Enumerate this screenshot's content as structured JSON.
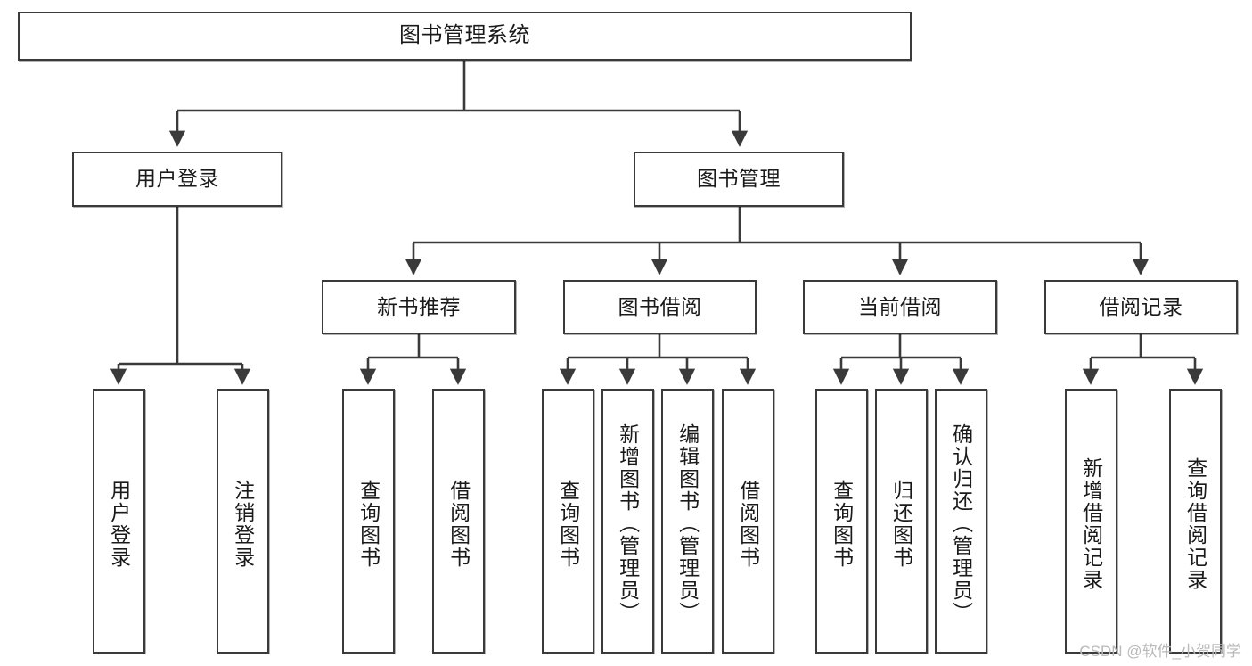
{
  "diagram": {
    "title": "图书管理系统",
    "type": "hierarchy-tree",
    "watermark": "CSDN @软件_小贺同学",
    "colors": {
      "box_border": "#3a3a3a",
      "box_fill": "#ffffff",
      "edge": "#3a3a3a",
      "text": "#1a1a1a",
      "watermark": "#b9b9b9"
    },
    "nodes": {
      "root": {
        "label": "图书管理系统"
      },
      "level2": [
        {
          "label": "用户登录"
        },
        {
          "label": "图书管理"
        }
      ],
      "level3": [
        {
          "label": "新书推荐"
        },
        {
          "label": "图书借阅"
        },
        {
          "label": "当前借阅"
        },
        {
          "label": "借阅记录"
        }
      ],
      "leaves": {
        "user_login": [
          {
            "label": "用户登录"
          },
          {
            "label": "注销登录"
          }
        ],
        "new_book_recommend": [
          {
            "label": "查询图书"
          },
          {
            "label": "借阅图书"
          }
        ],
        "book_borrow": [
          {
            "label": "查询图书"
          },
          {
            "label": "新增图书（管理员）"
          },
          {
            "label": "编辑图书（管理员）"
          },
          {
            "label": "借阅图书"
          }
        ],
        "current_borrow": [
          {
            "label": "查询图书"
          },
          {
            "label": "归还图书"
          },
          {
            "label": "确认归还（管理员）"
          }
        ],
        "borrow_records": [
          {
            "label": "新增借阅记录"
          },
          {
            "label": "查询借阅记录"
          }
        ]
      }
    }
  }
}
